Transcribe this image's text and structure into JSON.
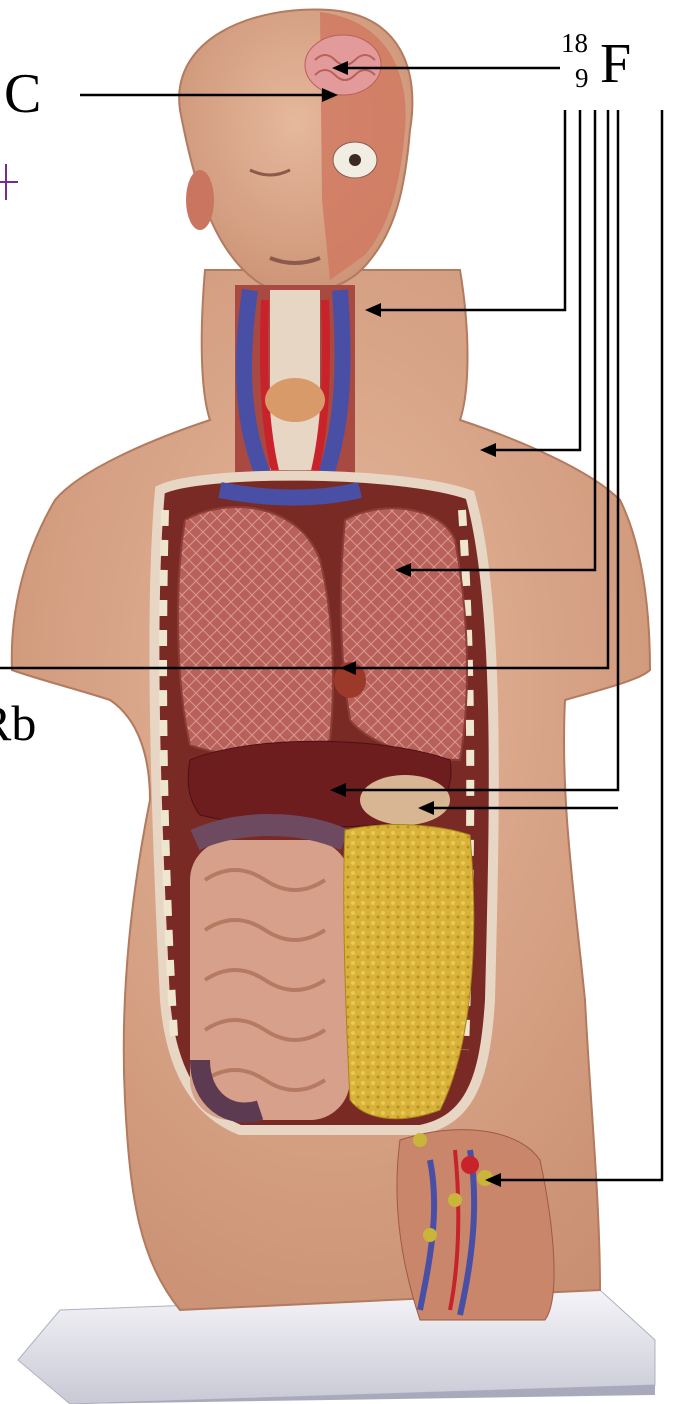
{
  "labels": {
    "carbon": "C",
    "rubidium": "Rb",
    "fluorine": {
      "mass_number": "18",
      "atomic_number": "9",
      "symbol": "F"
    }
  },
  "colors": {
    "skin": "#d9a88a",
    "lung": "#b8605a",
    "liver": "#6e1d1f",
    "fat": "#d9b23a",
    "intestine": "#d7a08a",
    "vein": "#4a4fa6",
    "artery": "#c8232a",
    "pointer": "#000000",
    "purple_mark": "#7a2a8a"
  }
}
